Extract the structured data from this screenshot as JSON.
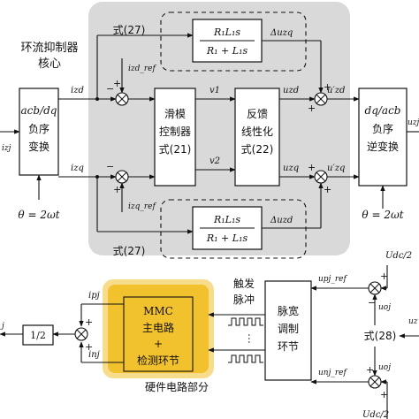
{
  "core_label": [
    "环流抑制器",
    "核心"
  ],
  "hardware_label": "硬件电路部分",
  "blocks": {
    "acb_dq": [
      "acb/dq",
      "负序",
      "变换"
    ],
    "sliding_mode": [
      "滑模",
      "控制器",
      "式(21)"
    ],
    "feedback_lin": [
      "反馈",
      "线性化",
      "式(22)"
    ],
    "dq_acb": [
      "dq/acb",
      "负序",
      "逆变换"
    ],
    "mmc": [
      "MMC",
      "主电路",
      "+",
      "检测环节"
    ],
    "pwm": [
      "脉宽",
      "调制",
      "环节"
    ],
    "half": "1/2",
    "eq28": "式(28)"
  },
  "tf_numerator": "R₁L₁s",
  "tf_denominator": "R₁ + L₁s",
  "eq27": "式(27)",
  "theta": "θ = 2ωt",
  "trigger": [
    "触发",
    "脉冲"
  ],
  "signals": {
    "izd": "izd",
    "izq": "izq",
    "izd_ref": "izd_ref",
    "izq_ref": "izq_ref",
    "v1": "v1",
    "v2": "v2",
    "uzd": "uzd",
    "uzq": "uzq",
    "uzd_p": "u′zd",
    "uzq_p": "u′zq",
    "duzd": "Δuzd",
    "duzq": "Δuzq",
    "uzj_out": "uzj",
    "uzj_in": "uzj",
    "izj": "izj",
    "ipj": "ipj",
    "inj": "inj",
    "upj_ref": "upj_ref",
    "unj_ref": "unj_ref",
    "uoj": "uoj",
    "udc2": "Udc/2",
    "uz": "uz",
    "j": "j"
  },
  "signs": {
    "plus": "+",
    "minus": "−",
    "dots": "…"
  },
  "colors": {
    "core_bg": "#d9d9d9",
    "mmc_fill": "#f2c12e",
    "mmc_glow": "#f7dc8c",
    "line": "#111111"
  }
}
